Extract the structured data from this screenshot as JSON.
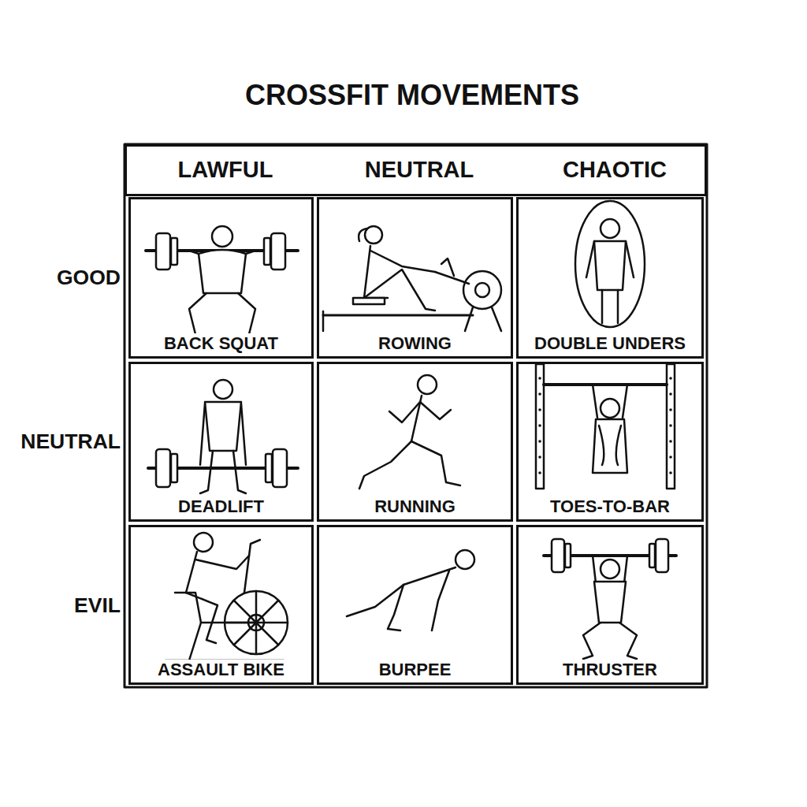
{
  "diagram": {
    "title": "CROSSFIT MOVEMENTS",
    "nodes": [
      {
        "text": [
          "LAWFUL",
          "NEUTRAL",
          "CHAOTIC"
        ]
      },
      {
        "text": [
          "BACK SQUAT"
        ]
      },
      {
        "text": [
          "ROWING"
        ]
      },
      {
        "text": [
          "DOUBLE UNDERS"
        ]
      },
      {
        "text": [
          "DEADLIFT"
        ]
      },
      {
        "text": [
          "RUNNING"
        ]
      },
      {
        "text": [
          "TOES-TO-BAR"
        ]
      },
      {
        "text": [
          "ASSAULT BIKE"
        ]
      },
      {
        "text": [
          "BURPEE"
        ]
      },
      {
        "text": [
          "THRUSTER"
        ]
      }
    ],
    "labels": [
      "GOOD",
      "NEUTRAL",
      "EVIL"
    ]
  }
}
